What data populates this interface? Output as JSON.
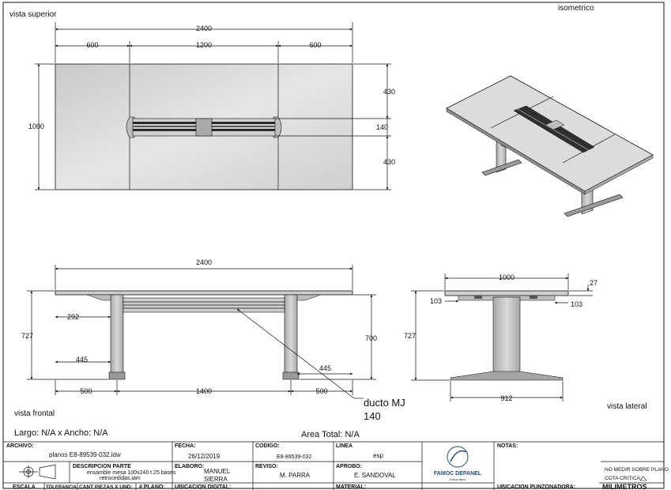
{
  "views": {
    "top": "vista superior",
    "iso": "isometrico",
    "front": "vista frontal",
    "side": "vista lateral"
  },
  "top_dims": {
    "total": "2400",
    "left": "600",
    "center": "1200",
    "right": "600",
    "height": "1000",
    "upper": "430",
    "duct": "140",
    "lower": "430"
  },
  "front_dims": {
    "total": "2400",
    "d292": "292",
    "height": "727",
    "d445_left": "445",
    "d445_right": "445",
    "d700": "700",
    "d500_left": "500",
    "d1400": "1400",
    "d500_right": "500",
    "callout_line1": "ducto MJ",
    "callout_line2": "140"
  },
  "side_dims": {
    "width": "1000",
    "thickness": "27",
    "left": "103",
    "right": "103",
    "height": "727",
    "base": "912"
  },
  "info": {
    "size": "Largo: N/A x Ancho: N/A",
    "area": "Area Total: N/A"
  },
  "title_block": {
    "archivo_label": "ARCHIVO:",
    "archivo": "planos E8-89539-032.idw",
    "fecha_label": "FECHA:",
    "fecha": "26/12/2019",
    "codigo_label": "CODIGO:",
    "codigo": "E8-89539-032",
    "linea_label": "LINEA",
    "linea": "esp",
    "notas_label": "NOTAS:",
    "desc_label": "DESCRIPCION PARTE",
    "desc_line1": "ensamble mesa 100x240 t.25 bases",
    "desc_line2": "retrocedidas.iam",
    "elaboro_label": "ELABORO:",
    "elaboro_line1": "MANUEL",
    "elaboro_line2": "SIERRA",
    "reviso_label": "REVISO:",
    "reviso": "M. PARRA",
    "aprobo_label": "APROBO:",
    "aprobo": "E. SANDOVAL",
    "escala_label": "ESCALA",
    "tolerancia_label": "TOLERANCIA",
    "cant_label": "CANT PIEZAS X UND:",
    "plano_label": "# PLANO:",
    "ubic_digital_label": "UBICACION DIGITAL:",
    "material_label": "MATERIAL:",
    "ubic_punz_label": "UBICACION PUNZONADORA:",
    "logo_text": "FAMOC DEPANEL",
    "logo_sub": "Group deco",
    "no_medir": "NO MEDIR SOBRE PLANO",
    "cota_critica": "COTA CRITICA",
    "unidades": "MILIMETROS"
  }
}
